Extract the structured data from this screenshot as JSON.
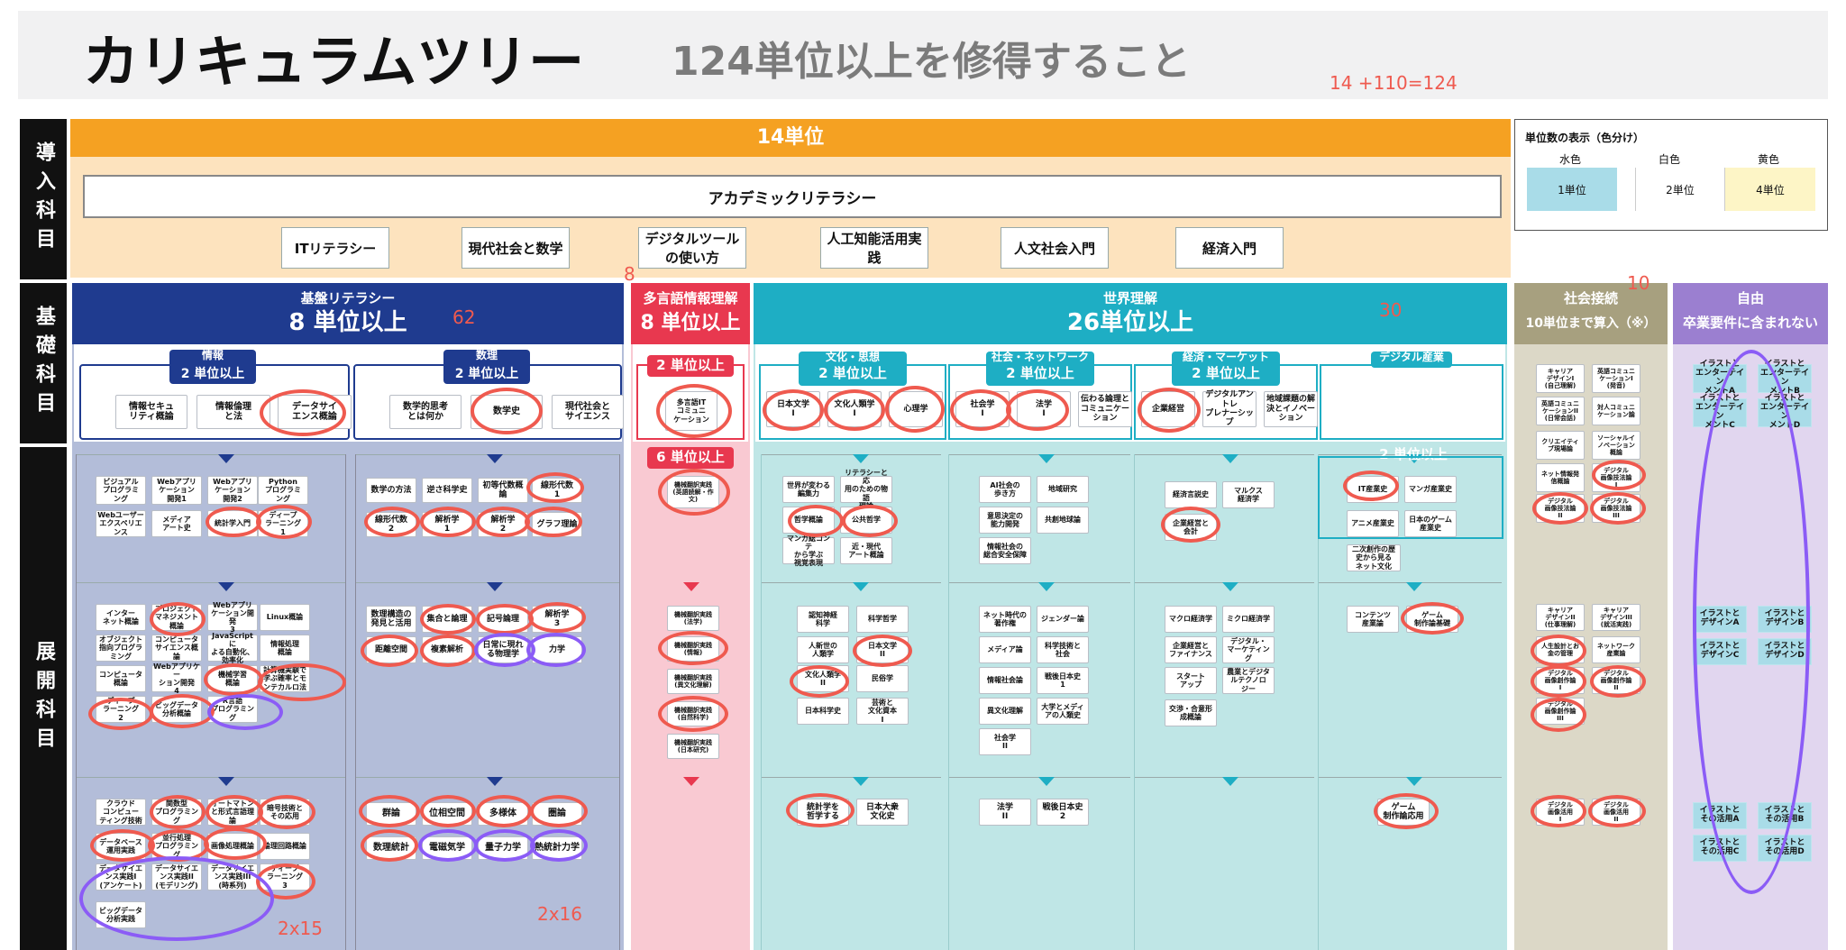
{
  "header": {
    "title": "カリキュラムツリー",
    "subtitle": "124単位以上を修得すること",
    "formula": "14 +110=124"
  },
  "rows": {
    "intro": "導入科目",
    "basic": "基礎科目",
    "dev": "展開科目"
  },
  "intro": {
    "units": "14単位",
    "academic": "アカデミックリテラシー",
    "subjects": [
      "ITリテラシー",
      "現代社会と数学",
      "デジタルツール\nの使い方",
      "人工知能活用実践",
      "人文社会入門",
      "経済入門"
    ]
  },
  "legend": {
    "title": "単位数の表示（色分け）",
    "cols": [
      "水色",
      "白色",
      "黄色"
    ],
    "labels": [
      "1単位",
      "2単位",
      "4単位"
    ],
    "colors": [
      "#a9dce8",
      "#ffffff",
      "#fdf5c6"
    ]
  },
  "colors": {
    "orange": "#f5a122",
    "navy": "#1f3b8f",
    "red": "#e8384f",
    "teal": "#1eaec4",
    "olive": "#a7a07f",
    "purple": "#9b7fd0",
    "circle": "#ef5a4f",
    "ring2": "#8b5cf6"
  },
  "sections": {
    "kiban": {
      "name": "基盤リテラシー",
      "units": "8 単位以上",
      "note": "62",
      "cats": [
        {
          "name": "情報",
          "units": "2 単位以上",
          "items": [
            "情報セキュ\nリティ概論",
            "情報倫理\nと法",
            "データサイ\nエンス概論"
          ]
        },
        {
          "name": "数理",
          "units": "2 単位以上",
          "items": [
            "数学的思考\nとは何か",
            "数学史",
            "現代社会と\nサイエンス"
          ]
        }
      ],
      "tier1": [
        [
          "ビジュアル\nプログラミ\nング",
          "Webアプリ\nケーション\n開発1",
          "Webアプリ\nケーション\n開発2",
          "Python\nプログラミ\nング"
        ],
        [
          "Webユーザー\nエクスペリエ\nンス",
          "メディア\nアート史",
          "統計学入門",
          "ディープ\nラーニング\n1"
        ],
        [
          "数学の方法",
          "逆さ科学史",
          "初等代数概論",
          "線形代数\n1"
        ],
        [
          "線形代数\n2",
          "解析学\n1",
          "解析学\n2",
          "グラフ理論"
        ]
      ],
      "tier2": [
        [
          "インター\nネット概論",
          "プロジェクト\nマネジメント\n概論",
          "Webアプリ\nケーション開発\n3",
          "Linux概論"
        ],
        [
          "オブジェクト\n指向プログラ\nミング",
          "コンピュータ\nサイエンス概論",
          "JavaScriptに\nよる自動化、\n効率化",
          "情報処理\n概論"
        ],
        [
          "コンピュータ\n概論",
          "Webアプリケー\nション開発\n4",
          "機械学習\n概論",
          "計算機実験で\n学ぶ確率とモ\nンテカルロ法"
        ],
        [
          "ディープ\nラーニング\n2",
          "ビッグデータ\n分析概論",
          "R言語\nプログラミン\nグ",
          ""
        ],
        [
          "数理構造の\n発見と活用",
          "集合と論理",
          "記号論理",
          "解析学\n3"
        ],
        [
          "距離空間",
          "複素解析",
          "日常に現れ\nる物理学",
          "力学"
        ]
      ],
      "tier3": [
        [
          "クラウド\nコンピュー\nティング技術",
          "関数型\nプログラミン\nグ",
          "オートマトン\nと形式言語理\n論",
          "暗号技術と\nその応用"
        ],
        [
          "データベース\n運用実践",
          "並行処理\nプログラミング",
          "画像処理概論",
          "論理回路概論"
        ],
        [
          "データサイエ\nンス実践I\n(アンケート)",
          "データサイエ\nンス実践II\n(モデリング)",
          "データサイエ\nンス実践III\n(時系列)",
          "ディープ\nラーニング\n3"
        ],
        [
          "ビッグデータ\n分析実践",
          "",
          "",
          ""
        ],
        [
          "群論",
          "位相空間",
          "多様体",
          "圏論"
        ],
        [
          "数理統計",
          "電磁気学",
          "量子力学",
          "熱統計力学"
        ]
      ],
      "notes": [
        "2x15",
        "2x16"
      ]
    },
    "multi": {
      "name": "多言語情報理解",
      "units": "8 単位以上",
      "note": "8",
      "sub1": "2 単位以上",
      "basic": "多言語IT\nコミュニ\nケーション",
      "sub2": "6 単位以上",
      "tier1": [
        "機械翻訳実践\n(英語読解・作文)"
      ],
      "tier2": [
        "機械翻訳実践\n(法学)",
        "機械翻訳実践\n(情報)",
        "機械翻訳実践\n(異文化理解)",
        "機械翻訳実践\n(自然科学)",
        "機械翻訳実践\n(日本研究)"
      ]
    },
    "world": {
      "name": "世界理解",
      "units": "26単位以上",
      "note": "30",
      "cats": [
        {
          "name": "文化・思想",
          "units": "2 単位以上",
          "items": [
            "日本文学\nI",
            "文化人類学\nI",
            "心理学"
          ]
        },
        {
          "name": "社会・ネットワーク",
          "units": "2 単位以上",
          "items": [
            "社会学\nI",
            "法学\nI",
            "伝わる論理と\nコミュニケー\nション"
          ]
        },
        {
          "name": "経済・マーケット",
          "units": "2 単位以上",
          "items": [
            "企業経営",
            "デジタルアントレ\nプレナーシップ",
            "地域課題の解\n決とイノベー\nション"
          ]
        },
        {
          "name": "デジタル産業",
          "units": "",
          "items": []
        }
      ],
      "digital_units": "2 単位以上",
      "tier1": [
        [
          "世界が変わる\n編集力",
          "リテラシーと応\n用のための物語\n理論",
          "哲学概論",
          "公共哲学",
          "マンガ総コンテ\nから学ぶ\n視覚表現",
          "近・現代\nアート概論"
        ],
        [
          "AI社会の\n歩き方",
          "地域研究",
          "意思決定の\n能力開発",
          "共創地球論",
          "情報社会の\n総合安全保障",
          ""
        ],
        [
          "経済言説史",
          "マルクス\n経済学",
          "企業経営と\n会計",
          "",
          "",
          ""
        ],
        [
          "IT産業史",
          "マンガ産業史",
          "アニメ産業史",
          "日本のゲーム\n産業史",
          "二次創作の歴\n史から見る\nネット文化",
          ""
        ]
      ],
      "tier2": [
        [
          "認知神経\n科学",
          "科学哲学",
          "人新世の\n人類学",
          "日本文学\nII",
          "文化人類学\nII",
          "民俗学",
          "日本科学史",
          "芸術と\n文化資本\nI"
        ],
        [
          "ネット時代の\n著作権",
          "ジェンダー論",
          "メディア論",
          "科学技術と\n社会",
          "情報社会論",
          "戦後日本史\n1",
          "異文化理解",
          "大学とメディ\nアの人類史",
          "社会学\nII",
          ""
        ],
        [
          "マクロ経済学",
          "ミクロ経済学",
          "企業経営と\nファイナンス",
          "デジタル・\nマーケティン\nグ",
          "スタート\nアップ",
          "農業とデジタ\nルテクノロ\nジー",
          "交渉・合意形\n成概論",
          ""
        ],
        [
          "コンテンツ\n産業論",
          "ゲーム\n制作論基礎"
        ]
      ],
      "tier3": [
        [
          "統計学を\n哲学する",
          "日本大衆\n文化史"
        ],
        [
          "法学\nII",
          "戦後日本史\n2"
        ],
        [
          "ゲーム\n制作論応用"
        ]
      ]
    },
    "social": {
      "name": "社会接続",
      "units": "10単位まで算入（※）",
      "note": "10",
      "tier1": [
        "キャリア\nデザインI\n(自己理解)",
        "英語コミュニ\nケーションI\n(発音)",
        "英語コミュニ\nケーションII\n(日常会話)",
        "対人コミュニ\nケーション論",
        "クリエイティ\nブ現場論",
        "ソーシャルイ\nノベーション\n概論",
        "ネット情報発\n信概論",
        "デジタル\n画像技法論\nI",
        "デジタル\n画像技法論\nII",
        "デジタル\n画像技法論\nIII"
      ],
      "tier2": [
        "キャリア\nデザインII\n(仕事理解)",
        "キャリア\nデザインIII\n(就活実践)",
        "人生設計とお\n金の管理",
        "ネットワーク\n産業論",
        "デジタル\n画像創作論\nI",
        "デジタル\n画像創作論\nII",
        "デジタル\n画像創作論\nIII"
      ],
      "tier3": [
        "デジタル\n画像活用\nI",
        "デジタル\n画像活用\nII"
      ]
    },
    "free": {
      "name": "自由",
      "units": "卒業要件に含まれない",
      "tier1": [
        "イラストと\nエンターテイン\nメントA",
        "イラストと\nエンターテイン\nメントB",
        "イラストと\nエンターテイン\nメントC",
        "イラストと\nエンターテイン\nメントD"
      ],
      "tier2": [
        "イラストと\nデザインA",
        "イラストと\nデザインB",
        "イラストと\nデザインC",
        "イラストと\nデザインD"
      ],
      "tier3": [
        "イラストと\nその活用A",
        "イラストと\nその活用B",
        "イラストと\nその活用C",
        "イラストと\nその活用D"
      ]
    }
  }
}
